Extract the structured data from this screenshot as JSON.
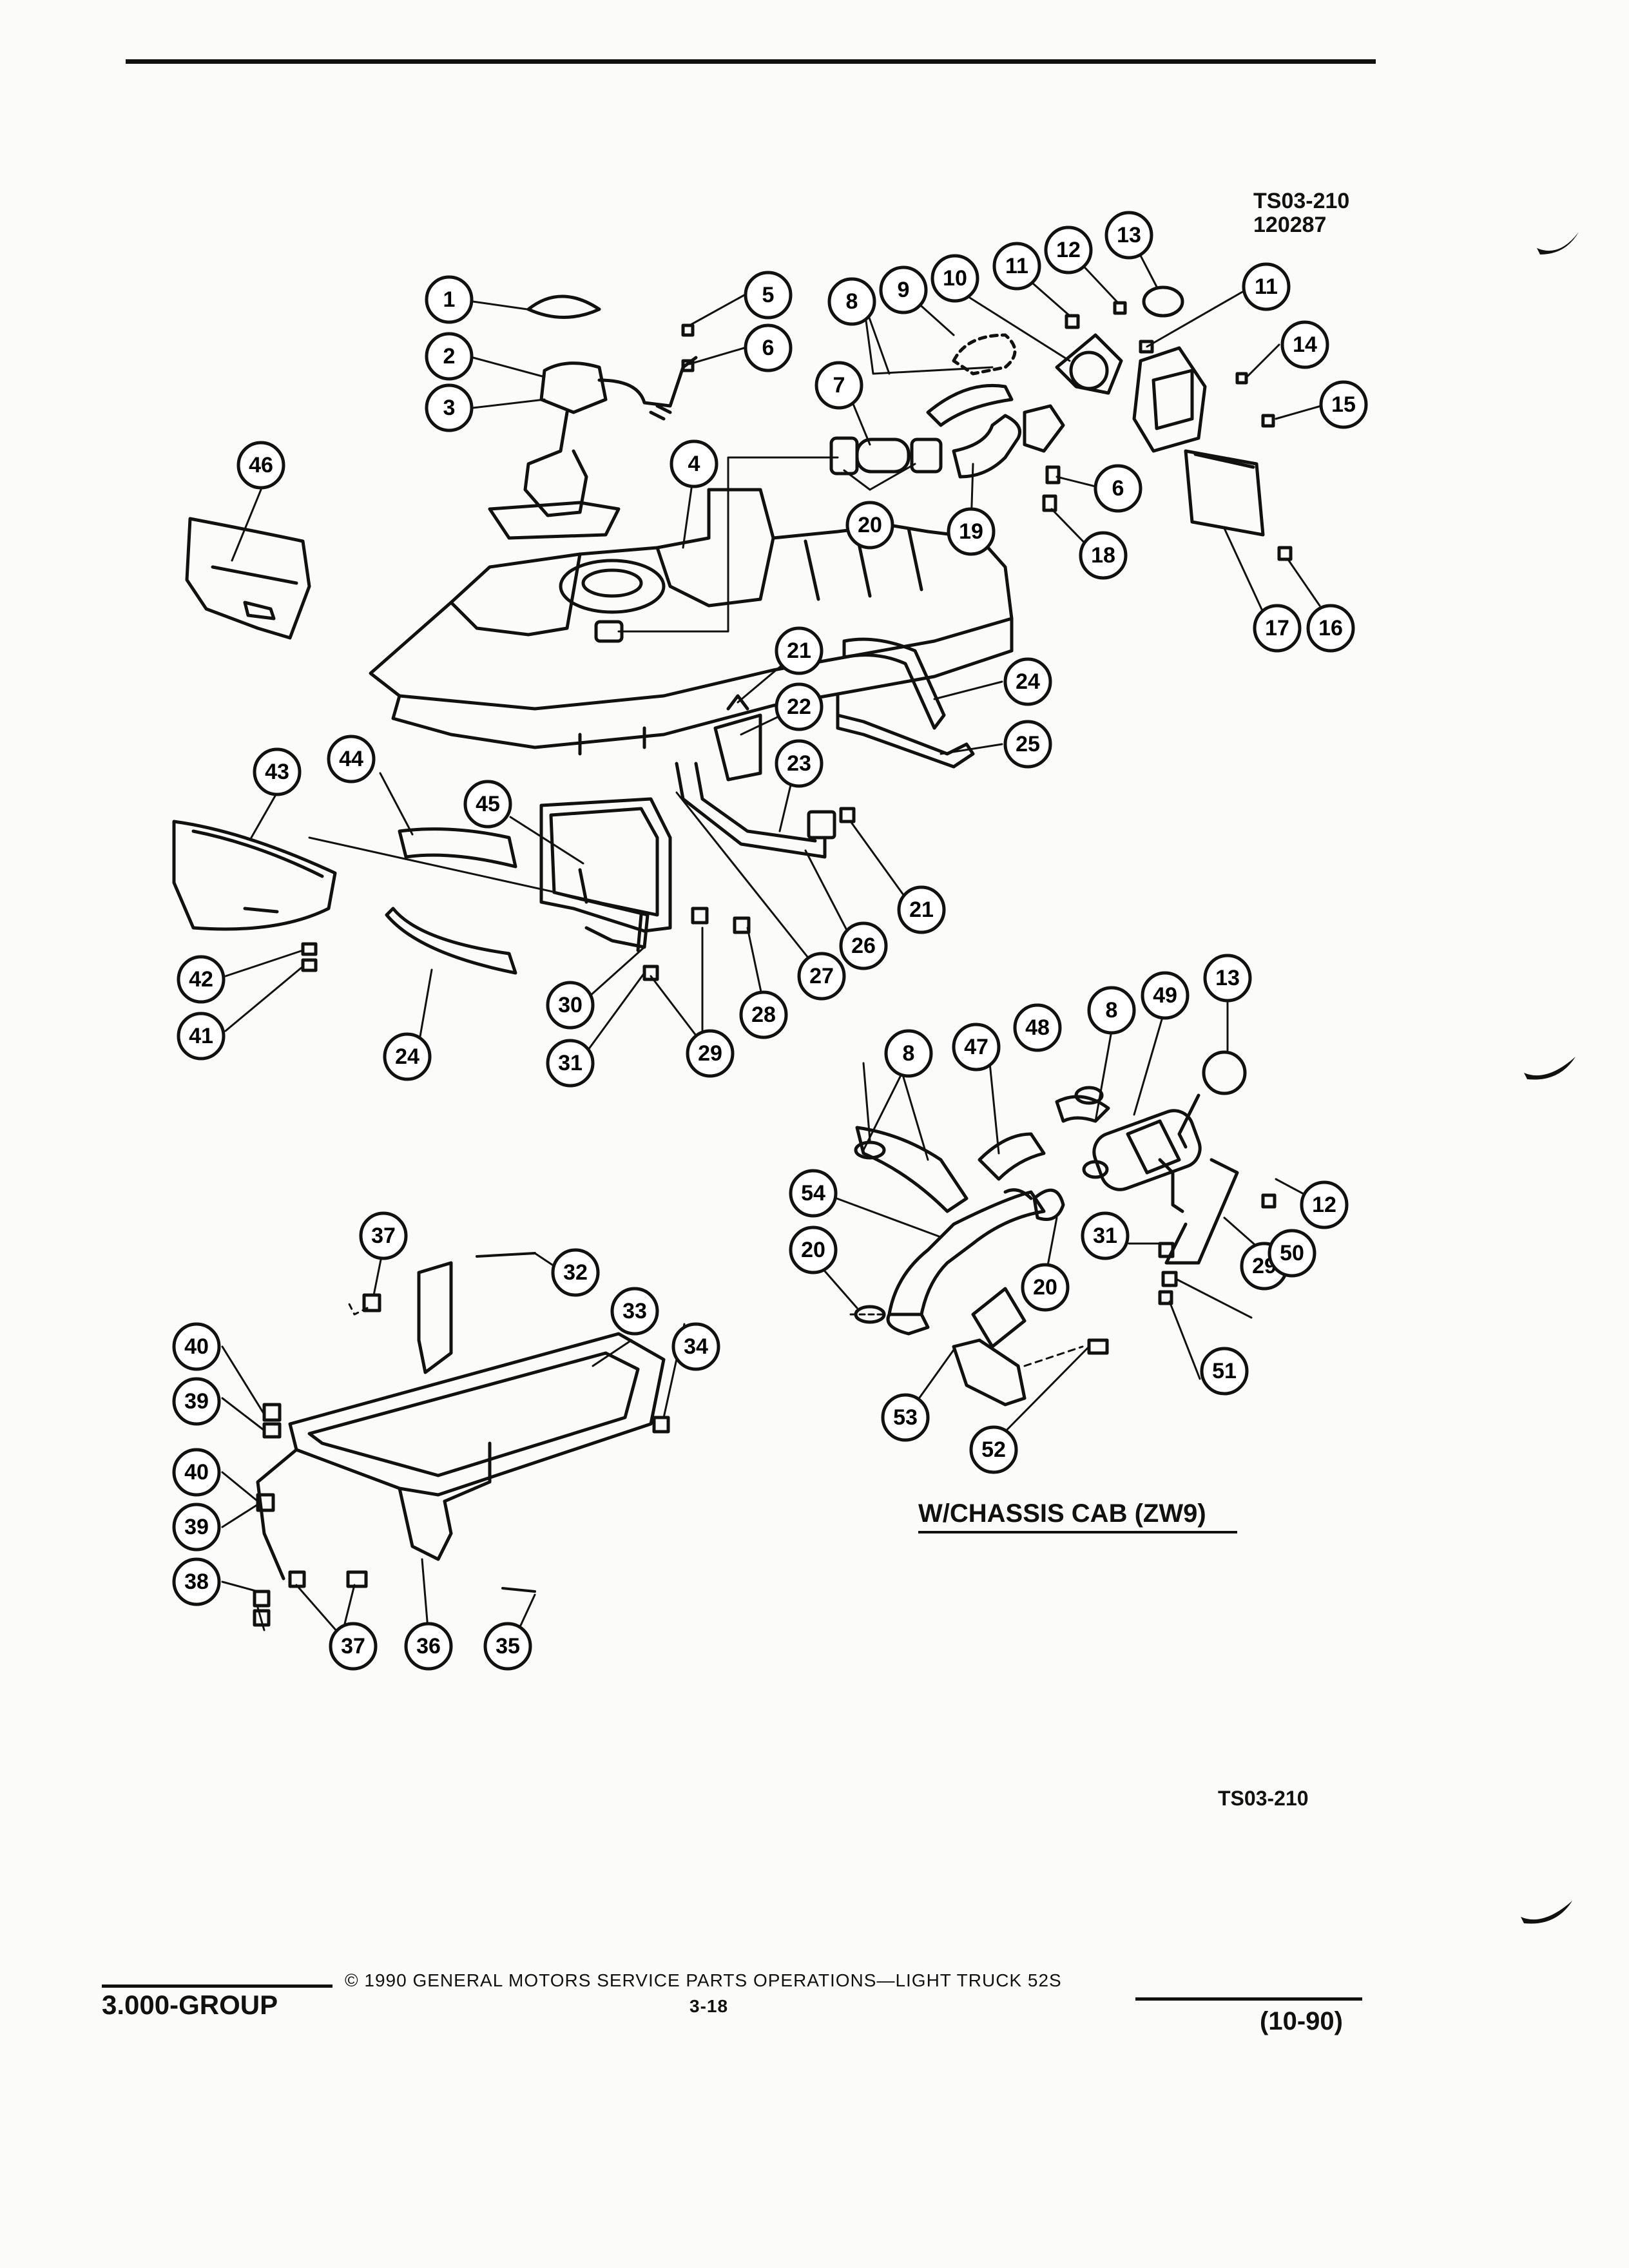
{
  "header": {
    "figure_code": "TS03-210",
    "figure_date": "120287"
  },
  "diagram": {
    "callouts": [
      "1",
      "2",
      "3",
      "4",
      "5",
      "6",
      "7",
      "8",
      "9",
      "10",
      "11",
      "12",
      "13",
      "14",
      "15",
      "16",
      "17",
      "18",
      "19",
      "20",
      "21",
      "22",
      "23",
      "24",
      "25",
      "26",
      "27",
      "28",
      "29",
      "30",
      "31",
      "32",
      "33",
      "34",
      "35",
      "36",
      "37",
      "38",
      "39",
      "40",
      "41",
      "42",
      "43",
      "44",
      "45",
      "46",
      "47",
      "48",
      "49",
      "50",
      "51",
      "52",
      "53",
      "54"
    ],
    "chassis_cab_caption": "W/CHASSIS CAB (ZW9)"
  },
  "figure_code_bottom": "TS03-210",
  "footer": {
    "copyright": "© 1990  GENERAL MOTORS SERVICE PARTS OPERATIONS—LIGHT TRUCK 52S",
    "page_number": "3-18",
    "group": "3.000-GROUP",
    "revision": "(10-90)"
  }
}
